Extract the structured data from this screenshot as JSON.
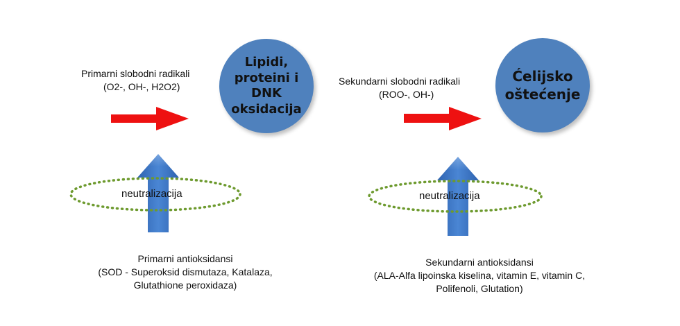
{
  "colors": {
    "circle_fill": "#4f81bd",
    "red_arrow": "#ee1111",
    "blue_arrow": "#3d74c2",
    "dotted_ellipse": "#6d9a2e"
  },
  "left": {
    "radicals": {
      "line1": "Primarni slobodni radikali",
      "line2": "(O2-, OH-, H2O2)"
    },
    "circle": {
      "line1": "Lipidi,",
      "line2": "proteini i",
      "line3": "DNK",
      "line4": "oksidacija"
    },
    "neutralization": "neutralizacija",
    "antioxidants": {
      "line1": "Primarni antioksidansi",
      "line2": "(SOD - Superoksid dismutaza, Katalaza,",
      "line3": "Glutathione peroxidaza)"
    }
  },
  "right": {
    "radicals": {
      "line1": "Sekundarni slobodni radikali",
      "line2": "(ROO-, OH-)"
    },
    "circle": {
      "line1": "Ćelijsko",
      "line2": "oštećenje"
    },
    "neutralization": "neutralizacija",
    "antioxidants": {
      "line1": "Sekundarni antioksidansi",
      "line2": "(ALA-Alfa lipoinska kiselina, vitamin E, vitamin C,",
      "line3": "Polifenoli, Glutation)"
    }
  }
}
